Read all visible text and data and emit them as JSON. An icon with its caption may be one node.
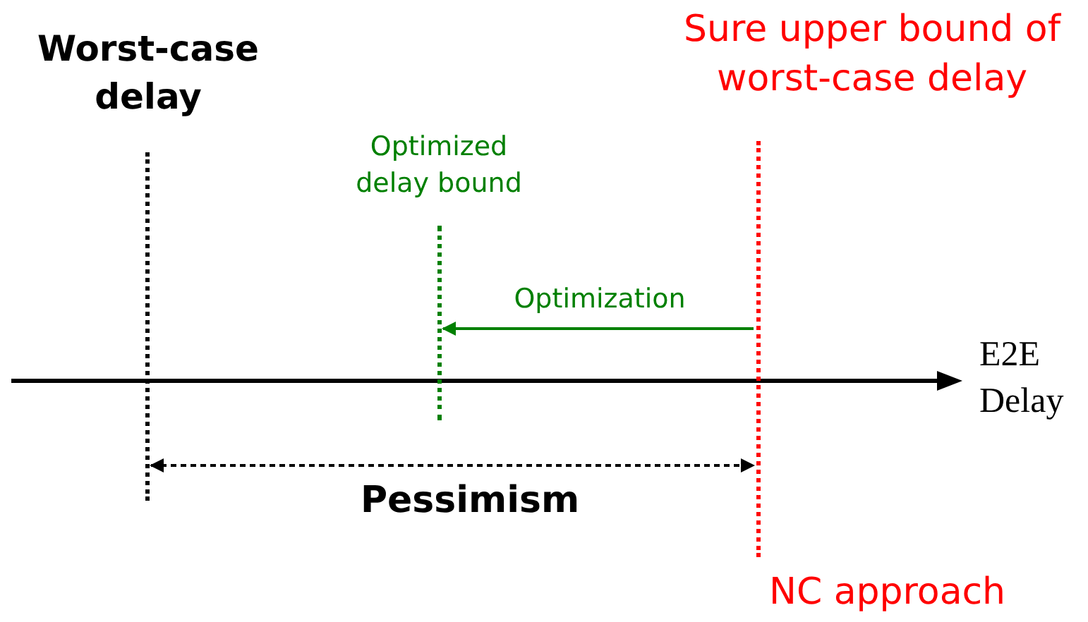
{
  "diagram": {
    "nodes": [
      {
        "text": [
          "Worst-case delay"
        ]
      },
      {
        "text": [
          "Optimized delay bound"
        ]
      },
      {
        "text": [
          "Sure upper bound of worst-case delay"
        ],
        "beside": [
          "NC approach"
        ]
      }
    ],
    "edges": [
      {
        "from": 2,
        "to": 1,
        "arrow": "to",
        "label": "Optimization",
        "color": "#008000"
      },
      {
        "from": 0,
        "to": 2,
        "arrow": "both",
        "label": "Pessimism",
        "style": "dashed",
        "color": "#000000"
      }
    ],
    "labels": [
      "E2E Delay"
    ]
  }
}
